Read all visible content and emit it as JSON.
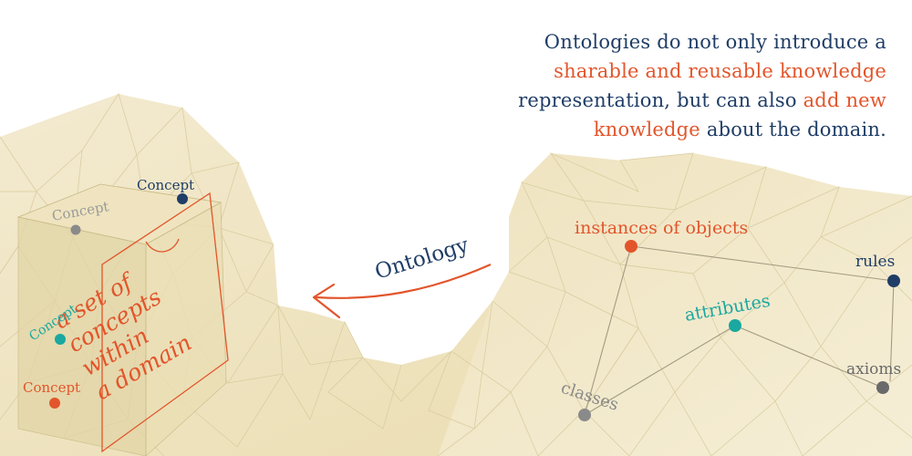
{
  "intro": {
    "p1": "Ontologies do not only introduce a",
    "hl1": "sharable and reusable knowledge",
    "p2": "representation, but can also",
    "hl2": "add new knowledge",
    "p3": "about the domain."
  },
  "arrow": {
    "label": "Ontology"
  },
  "cube": {
    "lines": [
      "a set of",
      "concepts",
      "within",
      "a domain"
    ],
    "concepts": [
      {
        "label": "Concept"
      },
      {
        "label": "Concept"
      },
      {
        "label": "Concept"
      },
      {
        "label": "Concept"
      }
    ]
  },
  "graph": {
    "nodes": [
      {
        "label": "instances of objects"
      },
      {
        "label": "rules"
      },
      {
        "label": "attributes"
      },
      {
        "label": "axioms"
      },
      {
        "label": "classes"
      }
    ]
  },
  "colors": {
    "navy": "#1f3d66",
    "orange": "#e2552b",
    "teal": "#1aa8a0",
    "gray": "#8a8a8a",
    "darkgray": "#6a6a6a",
    "mesh_fill": "#f1e7c6",
    "mesh_line": "#d8cb9c"
  }
}
